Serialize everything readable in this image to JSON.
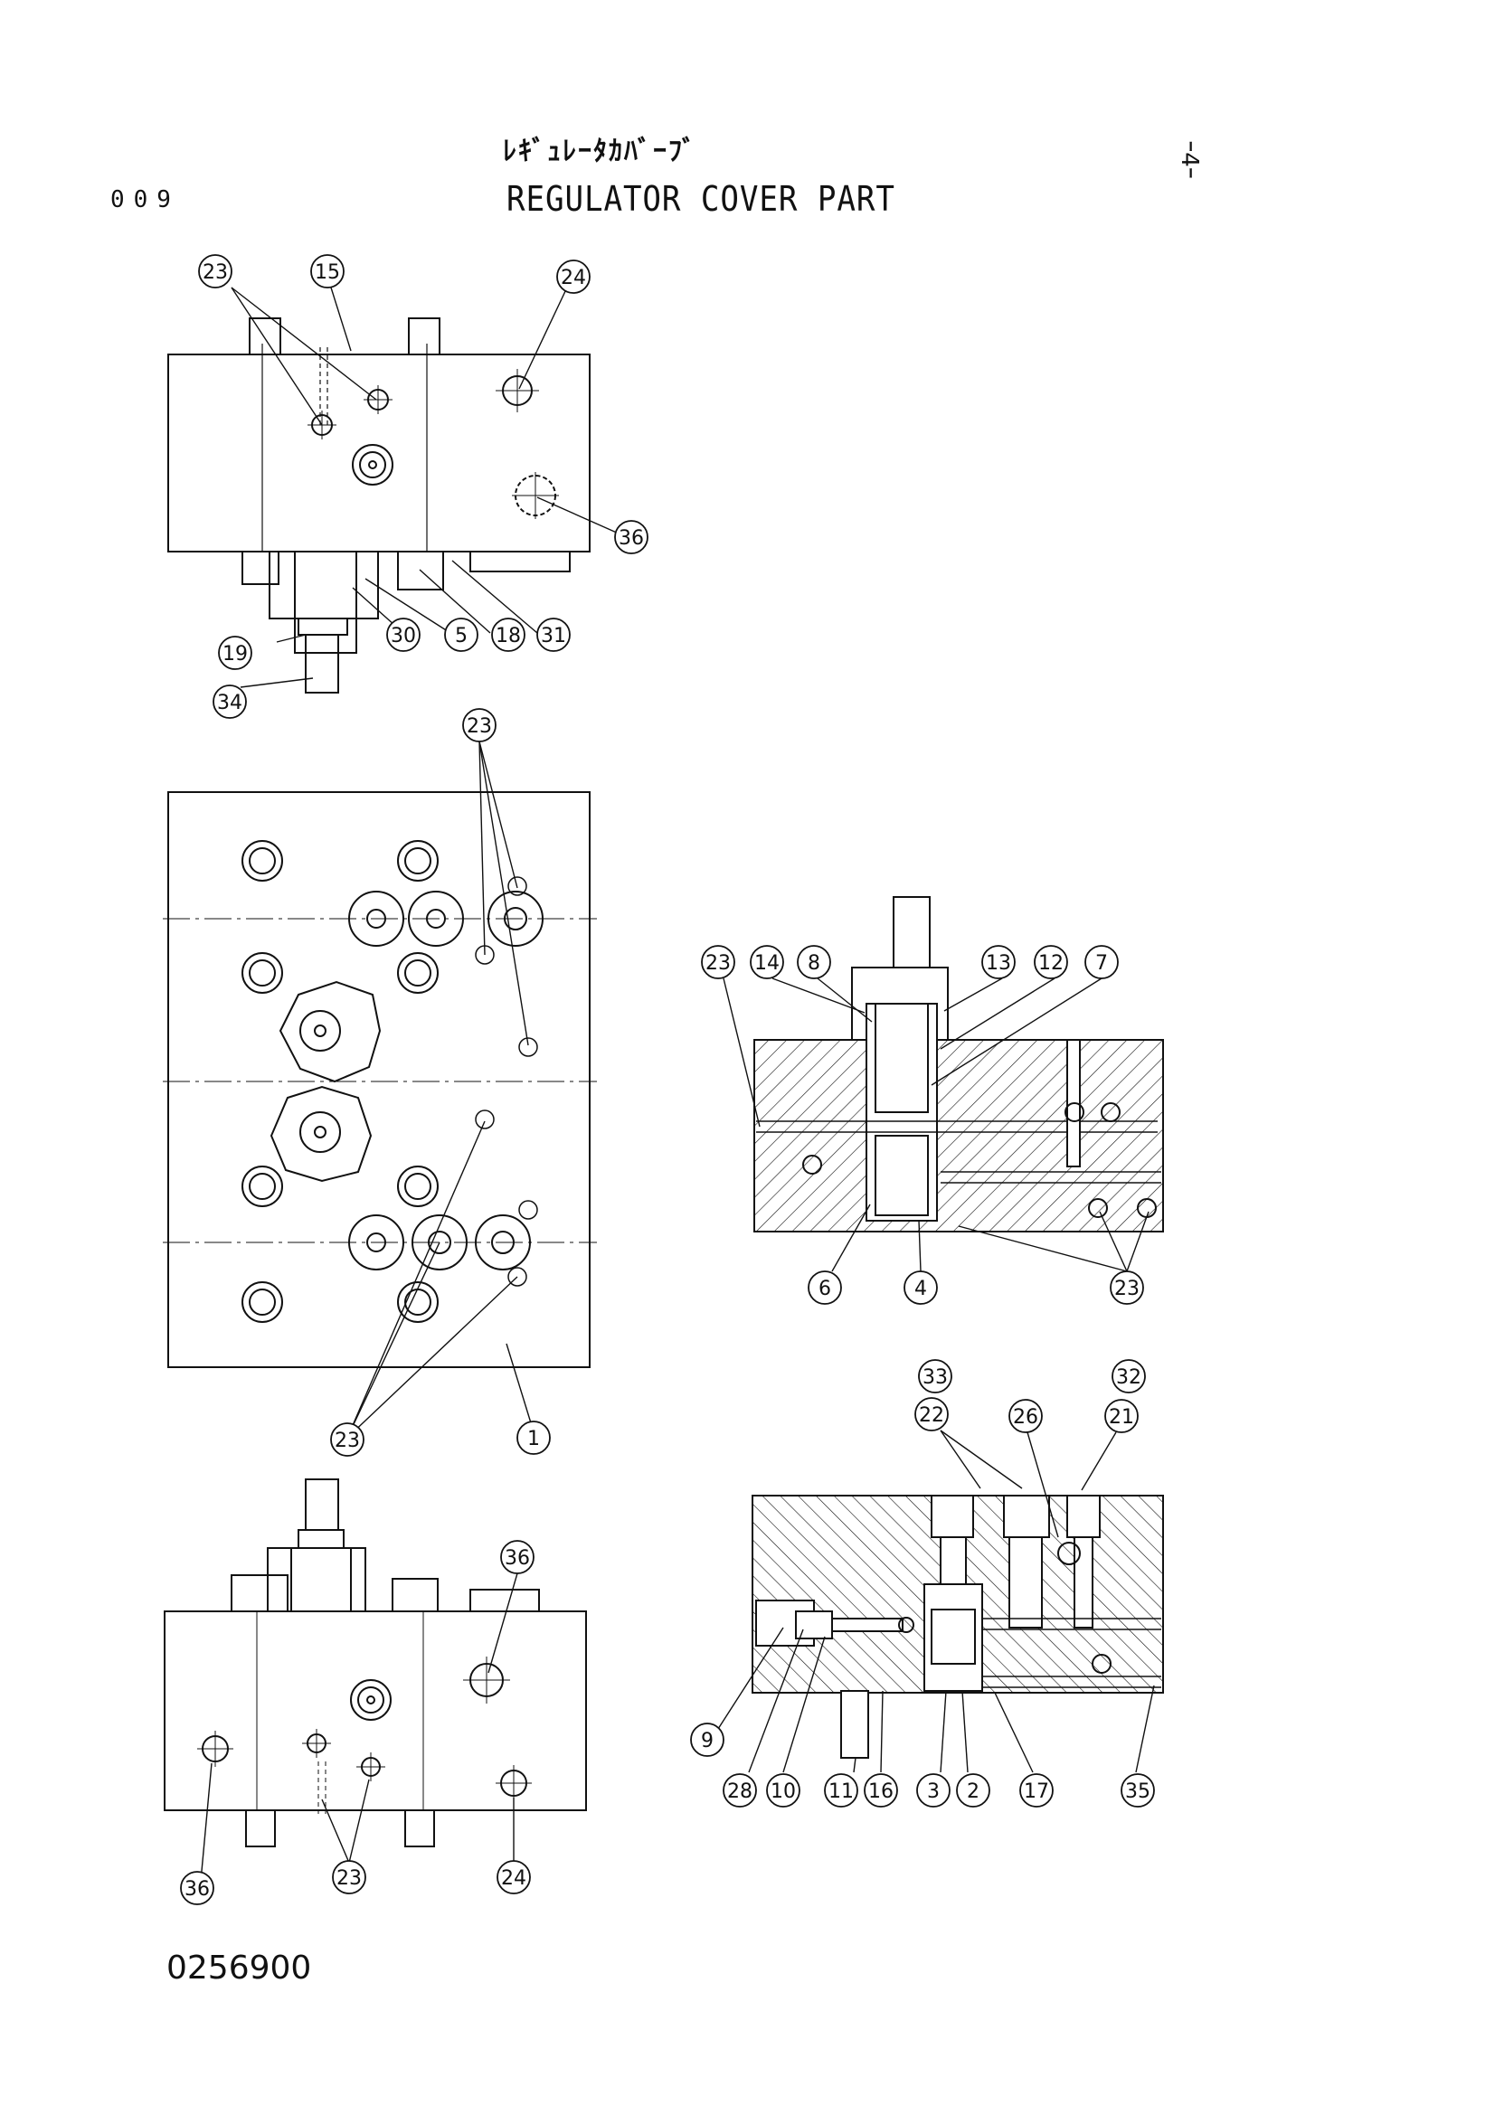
{
  "header": {
    "title_jp": "ﾚｷﾞｭﾚｰﾀｶﾊﾞｰﾌﾞ",
    "title_en": "REGULATOR COVER PART",
    "page_code": "009",
    "corner_mark": "ｰ4ｰ"
  },
  "drawing_number": "0256900",
  "callouts": {
    "top_view": [
      "23",
      "15",
      "24",
      "36",
      "30",
      "5",
      "18",
      "31",
      "19",
      "34"
    ],
    "front_view": [
      "23",
      "23",
      "1"
    ],
    "bottom_view": [
      "36",
      "36",
      "23",
      "24"
    ],
    "section_a": [
      "23",
      "14",
      "8",
      "13",
      "12",
      "7",
      "6",
      "4",
      "23"
    ],
    "section_b": [
      "33",
      "22",
      "26",
      "32",
      "21",
      "9",
      "28",
      "10",
      "11",
      "16",
      "3",
      "2",
      "17",
      "35"
    ]
  },
  "style": {
    "line_color": "#111111",
    "background": "#ffffff"
  }
}
